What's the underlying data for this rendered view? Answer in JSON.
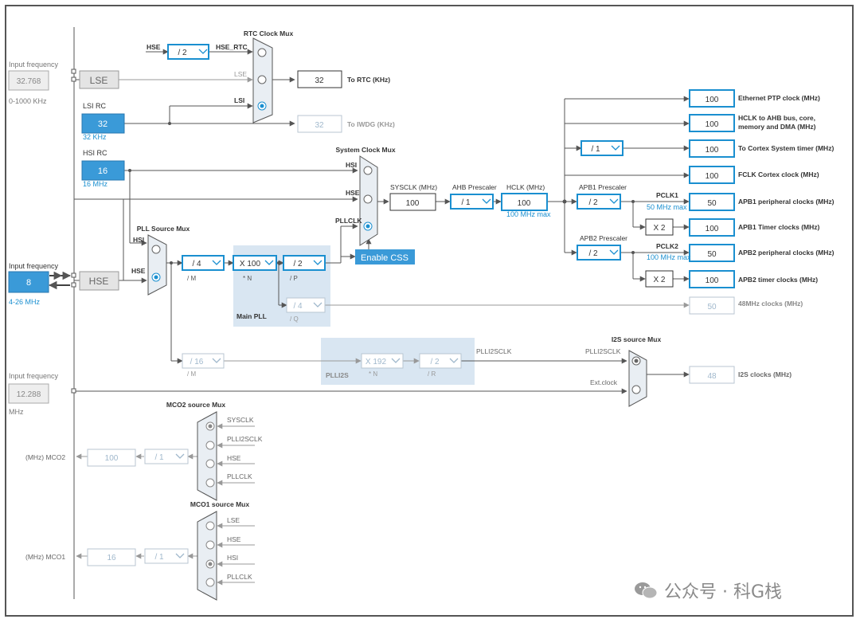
{
  "inputs": {
    "lse_freq_label": "Input frequency",
    "lse_freq_value": "32.768",
    "lse_freq_range": "0-1000 KHz",
    "lse_box": "LSE",
    "lsi_rc_label": "LSI RC",
    "lsi_value": "32",
    "lsi_unit": "32 KHz",
    "hsi_rc_label": "HSI RC",
    "hsi_value": "16",
    "hsi_unit": "16 MHz",
    "hse_freq_label": "Input frequency",
    "hse_value": "8",
    "hse_range": "4-26 MHz",
    "hse_box": "HSE",
    "i2s_freq_label": "Input frequency",
    "i2s_freq_value": "12.288",
    "i2s_unit": "MHz"
  },
  "rtc": {
    "title": "RTC Clock Mux",
    "hse_label": "HSE",
    "div_value": "/ 2",
    "hse_rtc_label": "HSE_RTC",
    "lse_label": "LSE",
    "lsi_label": "LSI",
    "rtc_value": "32",
    "rtc_out": "To RTC (KHz)",
    "iwdg_value": "32",
    "iwdg_out": "To IWDG (KHz)"
  },
  "sysmux": {
    "title": "System Clock Mux",
    "in_hsi": "HSI",
    "in_hse": "HSE",
    "in_pllclk": "PLLCLK",
    "sysclk_label": "SYSCLK (MHz)",
    "sysclk_value": "100",
    "ahb_label": "AHB Prescaler",
    "ahb_value": "/ 1",
    "hclk_label": "HCLK (MHz)",
    "hclk_value": "100",
    "hclk_max": "100 MHz max",
    "enable_css": "Enable CSS"
  },
  "pll": {
    "title": "PLL Source Mux",
    "in_hsi": "HSI",
    "in_hse": "HSE",
    "m_value": "/ 4",
    "m_label": "/ M",
    "n_value": "X 100",
    "n_label": "* N",
    "p_value": "/ 2",
    "p_label": "/ P",
    "q_value": "/ 4",
    "q_label": "/ Q",
    "main_pll_label": "Main PLL",
    "m2_value": "/ 16",
    "m2_label": "/ M",
    "plli2s_n_value": "X 192",
    "plli2s_n_label": "* N",
    "plli2s_r_value": "/ 2",
    "plli2s_r_label": "/ R",
    "plli2s_label": "PLLI2S",
    "plli2sclk_label": "PLLI2SCLK"
  },
  "outputs": {
    "eth_value": "100",
    "eth_label": "Ethernet PTP clock (MHz)",
    "hclk_ahb_value": "100",
    "hclk_ahb_label1": "HCLK to AHB bus, core,",
    "hclk_ahb_label2": "memory and DMA (MHz)",
    "cortex_div": "/ 1",
    "cortex_value": "100",
    "cortex_label": "To Cortex System timer (MHz)",
    "fclk_value": "100",
    "fclk_label": "FCLK Cortex clock (MHz)",
    "apb1_label": "APB1 Prescaler",
    "apb1_div": "/ 2",
    "pclk1_label": "PCLK1",
    "pclk1_max": "50 MHz max",
    "apb1_periph_value": "50",
    "apb1_periph_label": "APB1 peripheral clocks (MHz)",
    "apb1_timer_mult": "X 2",
    "apb1_timer_value": "100",
    "apb1_timer_label": "APB1 Timer clocks (MHz)",
    "apb2_label": "APB2 Prescaler",
    "apb2_div": "/ 2",
    "pclk2_label": "PCLK2",
    "pclk2_max": "100 MHz max",
    "apb2_periph_value": "50",
    "apb2_periph_label": "APB2 peripheral clocks (MHz)",
    "apb2_timer_mult": "X 2",
    "apb2_timer_value": "100",
    "apb2_timer_label": "APB2 timer clocks (MHz)",
    "usb_value": "50",
    "usb_label": "48MHz clocks (MHz)"
  },
  "i2s": {
    "title": "I2S source Mux",
    "in_plli2sclk": "PLLI2SCLK",
    "in_ext": "Ext.clock",
    "value": "48",
    "label": "I2S clocks (MHz)"
  },
  "mco2": {
    "title": "MCO2 source Mux",
    "in1": "SYSCLK",
    "in2": "PLLI2SCLK",
    "in3": "HSE",
    "in4": "PLLCLK",
    "div": "/ 1",
    "value": "100",
    "label": "(MHz) MCO2"
  },
  "mco1": {
    "title": "MCO1 source Mux",
    "in1": "LSE",
    "in2": "HSE",
    "in3": "HSI",
    "in4": "PLLCLK",
    "div": "/ 1",
    "value": "16",
    "label": "(MHz) MCO1"
  },
  "watermark": "公众号 · 科G栈",
  "colors": {
    "accent": "#1a8fd0",
    "source_fill": "#3a9ad8",
    "pll_bg": "#d9e6f2",
    "disabled": "#a0b8cc",
    "line": "#555555"
  }
}
